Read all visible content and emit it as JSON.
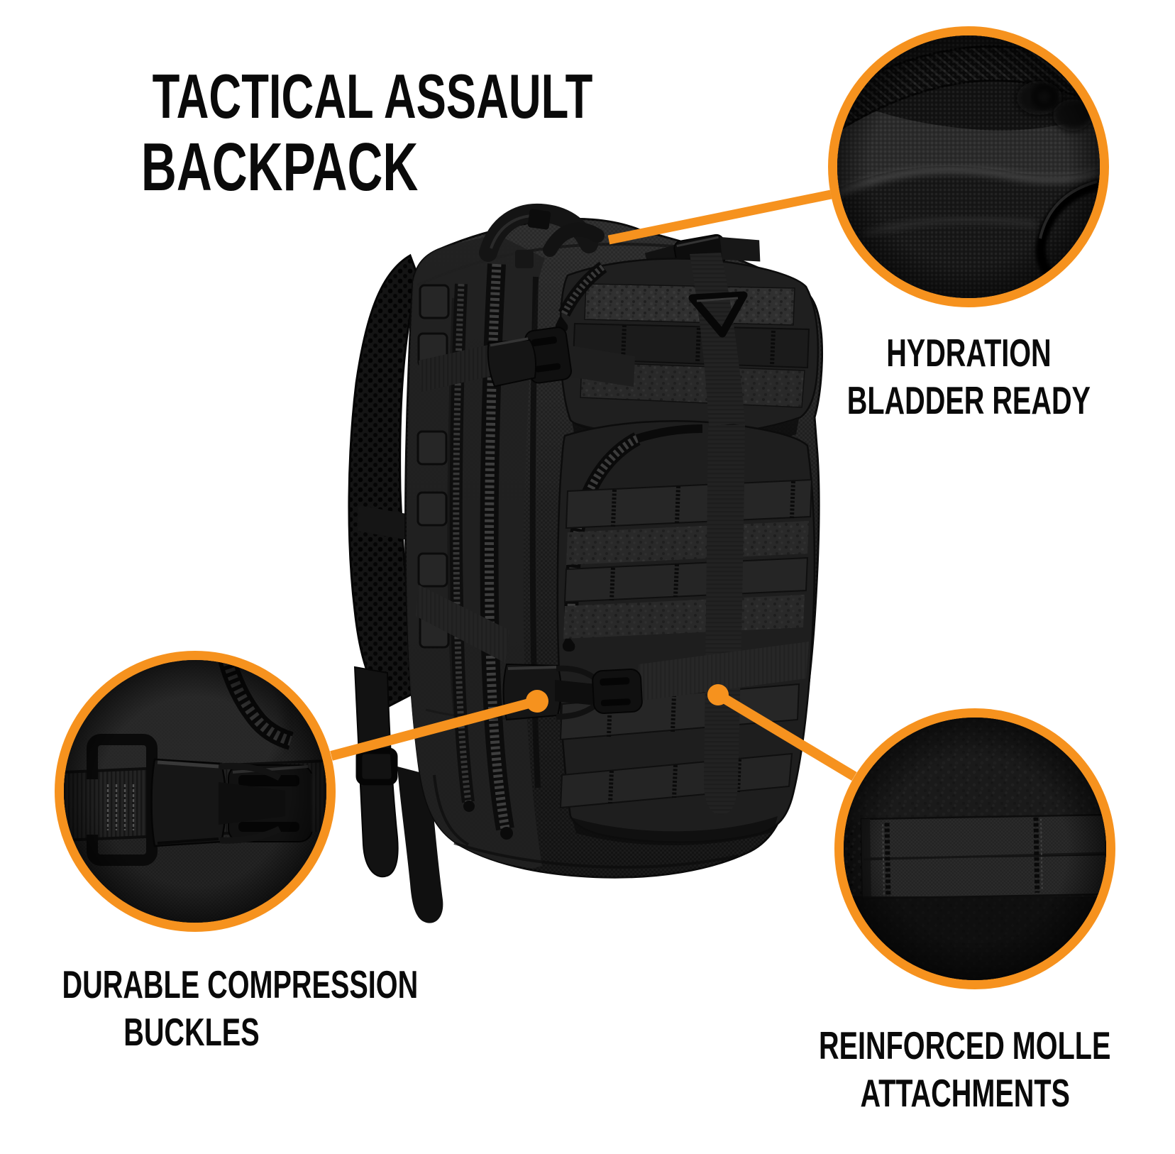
{
  "page": {
    "background_color": "#ffffff",
    "accent_color": "#F6921E",
    "text_color": "#0a0a0a",
    "product_color": "#1b1b1b"
  },
  "title": {
    "line1": "TACTICAL ASSAULT",
    "line2": "BACKPACK"
  },
  "product": {
    "name": "Tactical Assault Backpack",
    "color_shown": "black"
  },
  "callouts": [
    {
      "id": "hydration",
      "label_line1": "HYDRATION",
      "label_line2": "BLADDER READY"
    },
    {
      "id": "compression-buckles",
      "label_line1": "DURABLE COMPRESSION",
      "label_line2": "BUCKLES"
    },
    {
      "id": "molle",
      "label_line1": "REINFORCED MOLLE",
      "label_line2": "ATTACHMENTS"
    }
  ]
}
